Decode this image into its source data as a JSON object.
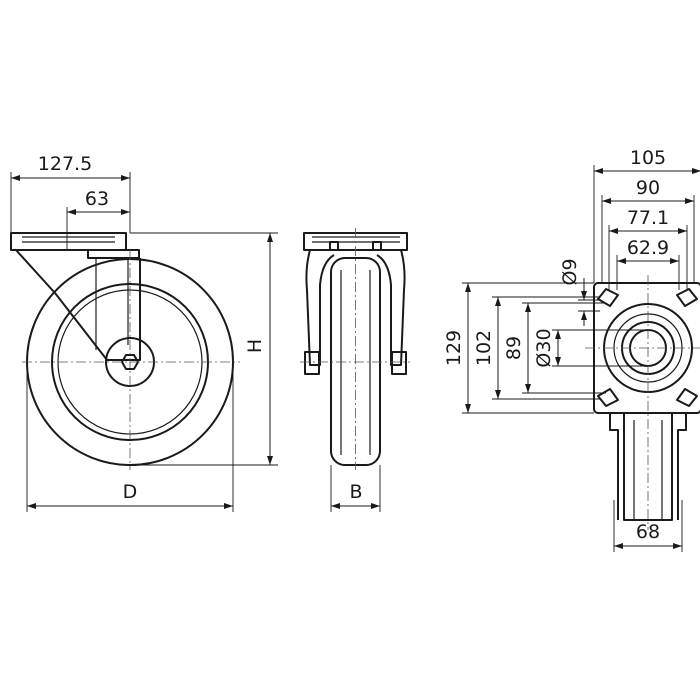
{
  "side_view": {
    "overall_width": "127.5",
    "offset": "63",
    "height": "H",
    "diameter": "D"
  },
  "front_view": {
    "wheel_width": "B"
  },
  "plate_view": {
    "plate_width": "105",
    "hole_spacing_x": "90",
    "dim_77_1": "77.1",
    "dim_62_9": "62.9",
    "hole_diameter": "Ø9",
    "plate_length": "129",
    "hole_spacing_y": "102",
    "dim_89": "89",
    "bore_diameter": "Ø30",
    "bracket_width": "68"
  }
}
